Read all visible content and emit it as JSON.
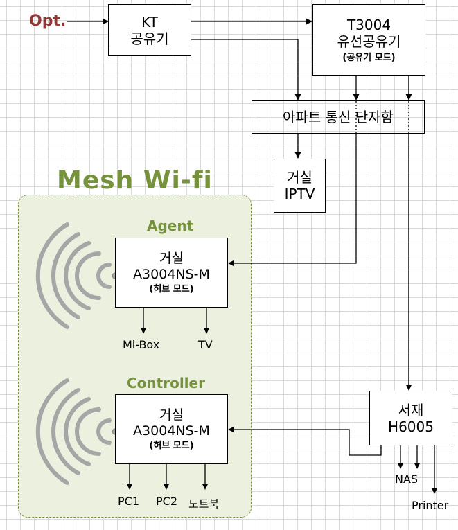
{
  "source": {
    "label": "Opt."
  },
  "kt_router": {
    "line1": "KT",
    "line2": "공유기"
  },
  "t3004": {
    "line1": "T3004",
    "line2": "유선공유기",
    "mode": "(공유기 모드)"
  },
  "terminal_box": {
    "label": "아파트 통신 단자함"
  },
  "iptv": {
    "line1": "거실",
    "line2": "IPTV"
  },
  "mesh": {
    "title": "Mesh Wi-fi"
  },
  "agent": {
    "role": "Agent",
    "line1": "거실",
    "line2": "A3004NS-M",
    "mode": "(허브 모드)",
    "devices": [
      "Mi-Box",
      "TV"
    ]
  },
  "controller": {
    "role": "Controller",
    "line1": "거실",
    "line2": "A3004NS-M",
    "mode": "(허브 모드)",
    "devices": [
      "PC1",
      "PC2",
      "노트북"
    ]
  },
  "study": {
    "line1": "서재",
    "line2": "H6005",
    "devices": [
      "NAS",
      "Printer"
    ]
  },
  "colors": {
    "mesh_green": "#76923c",
    "mesh_fill": "#ebf1de",
    "opt_red": "#953735",
    "wave_gray": "#a6a6a6"
  }
}
